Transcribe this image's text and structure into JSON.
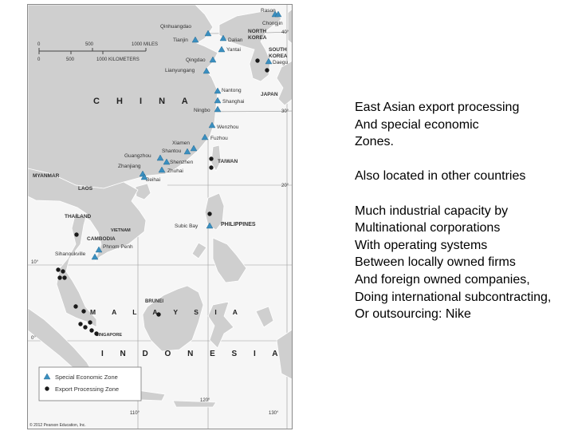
{
  "map": {
    "scale": {
      "miles": [
        "0",
        "500",
        "1000 MILES"
      ],
      "kilometers": [
        "0",
        "500",
        "1000 KILOMETERS"
      ]
    },
    "graticule": [
      "40°",
      "30°",
      "20°",
      "10°",
      "0°",
      "110°",
      "120°",
      "130°"
    ],
    "countries": {
      "china": "C H I N A",
      "north_korea_1": "NORTH",
      "north_korea_2": "KOREA",
      "south_korea_1": "SOUTH",
      "south_korea_2": "KOREA",
      "japan": "JAPAN",
      "taiwan": "TAIWAN",
      "philippines": "PHILIPPINES",
      "myanmar": "MYANMAR",
      "laos": "LAOS",
      "thailand": "THAILAND",
      "vietnam": "VIETNAM",
      "cambodia": "CAMBODIA",
      "brunei": "BRUNEI",
      "malaysia": "M A L A Y S I A",
      "singapore": "SINGAPORE",
      "indonesia": "I N D O N E S I A"
    },
    "sez_sites": [
      {
        "name": "Rason",
        "sym": "triangle"
      },
      {
        "name": "Chongjin",
        "sym": "triangle"
      },
      {
        "name": "Qinhuangdao",
        "sym": "triangle"
      },
      {
        "name": "Tianjin",
        "sym": "triangle"
      },
      {
        "name": "Dalian",
        "sym": "triangle"
      },
      {
        "name": "Yantai",
        "sym": "triangle"
      },
      {
        "name": "Qingdao",
        "sym": "triangle"
      },
      {
        "name": "Daegu",
        "sym": "triangle"
      },
      {
        "name": "Lianyungang",
        "sym": "triangle"
      },
      {
        "name": "Nantong",
        "sym": "triangle"
      },
      {
        "name": "Shanghai",
        "sym": "triangle"
      },
      {
        "name": "Ningbo",
        "sym": "triangle"
      },
      {
        "name": "Wenzhou",
        "sym": "triangle"
      },
      {
        "name": "Fuzhou",
        "sym": "triangle"
      },
      {
        "name": "Xiamen",
        "sym": "triangle"
      },
      {
        "name": "Shantou",
        "sym": "triangle"
      },
      {
        "name": "Guangzhou",
        "sym": "triangle"
      },
      {
        "name": "Shenzhen",
        "sym": "triangle"
      },
      {
        "name": "Zhanjiang",
        "sym": "triangle"
      },
      {
        "name": "Zhuhai",
        "sym": "triangle"
      },
      {
        "name": "Beihai",
        "sym": "triangle"
      },
      {
        "name": "Subic Bay",
        "sym": "triangle"
      },
      {
        "name": "Phnom Penh",
        "sym": "triangle"
      },
      {
        "name": "Sihanoukville",
        "sym": "triangle"
      }
    ],
    "legend": {
      "sez_label": "Special Economic Zone",
      "epz_label": "Export Processing Zone"
    },
    "copyright": "© 2012 Pearson Education, Inc."
  },
  "notes": {
    "lines_1": [
      "East Asian export processing",
      "And special economic",
      "Zones."
    ],
    "line_2": "Also located in other countries",
    "lines_3": [
      "Much industrial capacity by",
      "Multinational corporations",
      "With operating systems",
      "Between locally owned firms",
      "And foreign owned companies,",
      "Doing international subcontracting,",
      "Or outsourcing:  Nike"
    ]
  },
  "colors": {
    "sez_triangle": "#3a8fc0",
    "epz_dot": "#1a1a1a",
    "land": "#cfcfcf",
    "water": "#f6f6f6"
  }
}
